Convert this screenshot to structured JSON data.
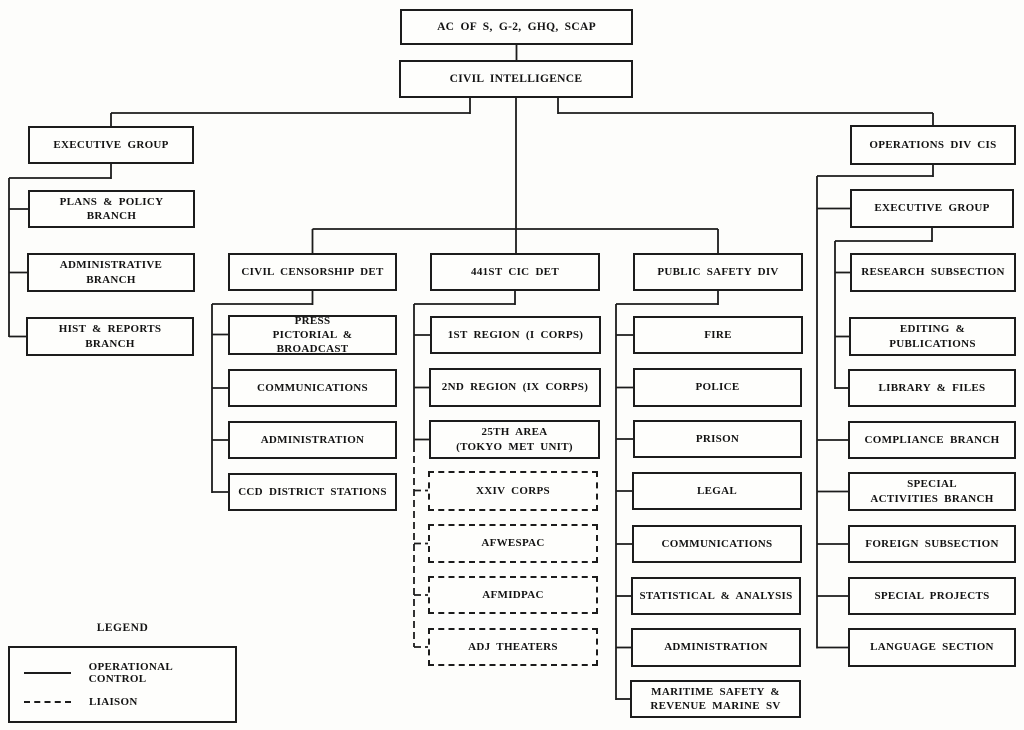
{
  "colors": {
    "ink": "#1c1c1c",
    "paper": "#fdfdfb"
  },
  "nodes": {
    "root": {
      "label": "AC OF S, G-2, GHQ, SCAP"
    },
    "civil_intelligence": {
      "label": "CIVIL INTELLIGENCE"
    },
    "executive_group_left": {
      "label": "EXECUTIVE GROUP"
    },
    "plans_policy_branch": {
      "label": "PLANS & POLICY BRANCH"
    },
    "administrative_branch": {
      "label": "ADMINISTRATIVE BRANCH"
    },
    "hist_reports_branch": {
      "label": "HIST & REPORTS BRANCH"
    },
    "civil_censorship_det": {
      "label": "CIVIL CENSORSHIP DET"
    },
    "press_pictorial_broadcast": {
      "label": "PRESS\nPICTORIAL & BROADCAST"
    },
    "communications_ccd": {
      "label": "COMMUNICATIONS"
    },
    "administration_ccd": {
      "label": "ADMINISTRATION"
    },
    "ccd_district_stations": {
      "label": "CCD DISTRICT STATIONS"
    },
    "cic_det_441": {
      "label": "441ST CIC DET"
    },
    "region_1st": {
      "label": "1ST REGION (I CORPS)"
    },
    "region_2nd": {
      "label": "2ND REGION (IX CORPS)"
    },
    "area_25th": {
      "label": "25TH AREA\n(TOKYO MET UNIT)"
    },
    "xxiv_corps": {
      "label": "XXIV CORPS",
      "link": "liaison"
    },
    "afwespac": {
      "label": "AFWESPAC",
      "link": "liaison"
    },
    "afmidpac": {
      "label": "AFMIDPAC",
      "link": "liaison"
    },
    "adj_theaters": {
      "label": "ADJ THEATERS",
      "link": "liaison"
    },
    "public_safety_div": {
      "label": "PUBLIC SAFETY DIV"
    },
    "fire": {
      "label": "FIRE"
    },
    "police": {
      "label": "POLICE"
    },
    "prison": {
      "label": "PRISON"
    },
    "legal": {
      "label": "LEGAL"
    },
    "communications_ps": {
      "label": "COMMUNICATIONS"
    },
    "statistical_analysis": {
      "label": "STATISTICAL & ANALYSIS"
    },
    "administration_ps": {
      "label": "ADMINISTRATION"
    },
    "maritime_safety": {
      "label": "MARITIME SAFETY &\nREVENUE MARINE SV"
    },
    "operations_div_cis": {
      "label": "OPERATIONS DIV CIS"
    },
    "executive_group_right": {
      "label": "EXECUTIVE GROUP"
    },
    "research_subsection": {
      "label": "RESEARCH SUBSECTION"
    },
    "editing_publications": {
      "label": "EDITING & PUBLICATIONS"
    },
    "library_files": {
      "label": "LIBRARY & FILES"
    },
    "compliance_branch": {
      "label": "COMPLIANCE BRANCH"
    },
    "special_activities_branch": {
      "label": "SPECIAL\nACTIVITIES BRANCH"
    },
    "foreign_subsection": {
      "label": "FOREIGN SUBSECTION"
    },
    "special_projects": {
      "label": "SPECIAL PROJECTS"
    },
    "language_section": {
      "label": "LANGUAGE SECTION"
    }
  },
  "legend": {
    "title": "LEGEND",
    "items": [
      {
        "style": "solid",
        "label": "OPERATIONAL CONTROL"
      },
      {
        "style": "dashed",
        "label": "LIAISON"
      }
    ]
  }
}
